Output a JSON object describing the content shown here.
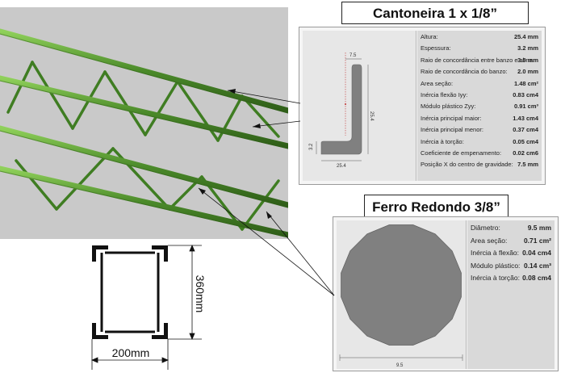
{
  "angle_section": {
    "title": "Cantoneira 1 x 1/8”",
    "dimensions": {
      "width": "25.4",
      "height": "25.4",
      "flange": "7.5",
      "thickness": "3.2"
    },
    "properties": [
      {
        "label": "Altura:",
        "value": "25.4 mm"
      },
      {
        "label": "Espessura:",
        "value": "3.2 mm"
      },
      {
        "label": "Raio de concordância entre banzo e alma:",
        "value": "3.5 mm"
      },
      {
        "label": "Raio de concordância do banzo:",
        "value": "2.0 mm"
      },
      {
        "label": "Area seção:",
        "value": "1.48 cm²"
      },
      {
        "label": "Inércia flexão Iyy:",
        "value": "0.83 cm4"
      },
      {
        "label": "Módulo plástico Zyy:",
        "value": "0.91 cm³"
      },
      {
        "label": "Inércia principal maior:",
        "value": "1.43 cm4"
      },
      {
        "label": "Inércia principal menor:",
        "value": "0.37 cm4"
      },
      {
        "label": "Inércia à torção:",
        "value": "0.05 cm4"
      },
      {
        "label": "Coeficiente de empenamento:",
        "value": "0.02 cm6"
      },
      {
        "label": "Posição X do centro de gravidade:",
        "value": "7.5 mm"
      }
    ]
  },
  "round_bar": {
    "title": "Ferro Redondo 3/8”",
    "dimension": "9.5",
    "properties": [
      {
        "label": "Diâmetro:",
        "value": "9.5 mm"
      },
      {
        "label": "Area seção:",
        "value": "0.71 cm²"
      },
      {
        "label": "Inércia à flexão:",
        "value": "0.04 cm4"
      },
      {
        "label": "Módulo plástico:",
        "value": "0.14 cm³"
      },
      {
        "label": "Inércia à torção:",
        "value": "0.08 cm4"
      }
    ]
  },
  "cross_section": {
    "height_label": "360mm",
    "width_label": "200mm"
  },
  "colors": {
    "truss_green": "#4b8a2a",
    "truss_light": "#7fbf4a",
    "section_fill": "#808080",
    "render_bg": "#c9c9c9"
  }
}
